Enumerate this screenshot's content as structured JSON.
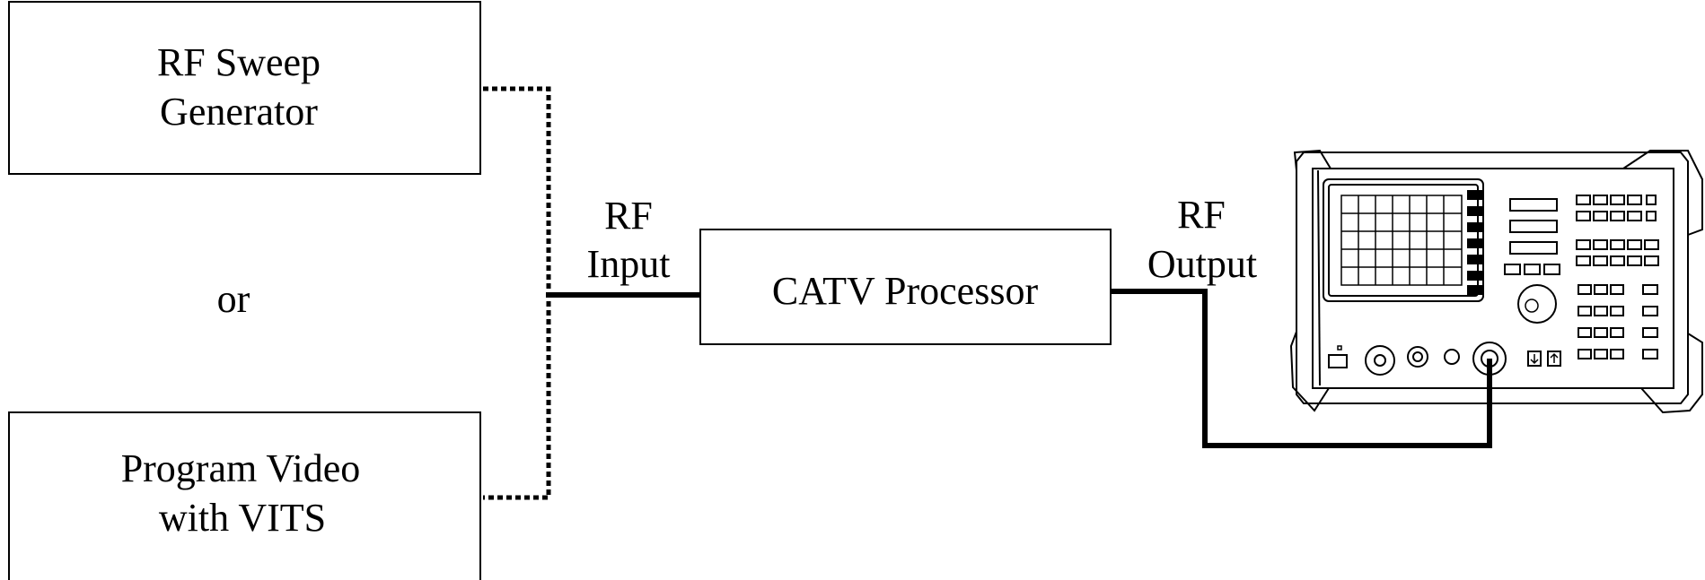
{
  "sources": {
    "rf_sweep": {
      "line1": "RF Sweep",
      "line2": "Generator"
    },
    "separator": "or",
    "program_video": {
      "line1": "Program Video",
      "line2": "with VITS"
    }
  },
  "processor": {
    "label": "CATV Processor"
  },
  "input_label": {
    "line1": "RF",
    "line2": "Input"
  },
  "output_label": {
    "line1": "RF",
    "line2": "Output"
  },
  "icons": {
    "analyzer": "spectrum-analyzer-icon"
  }
}
